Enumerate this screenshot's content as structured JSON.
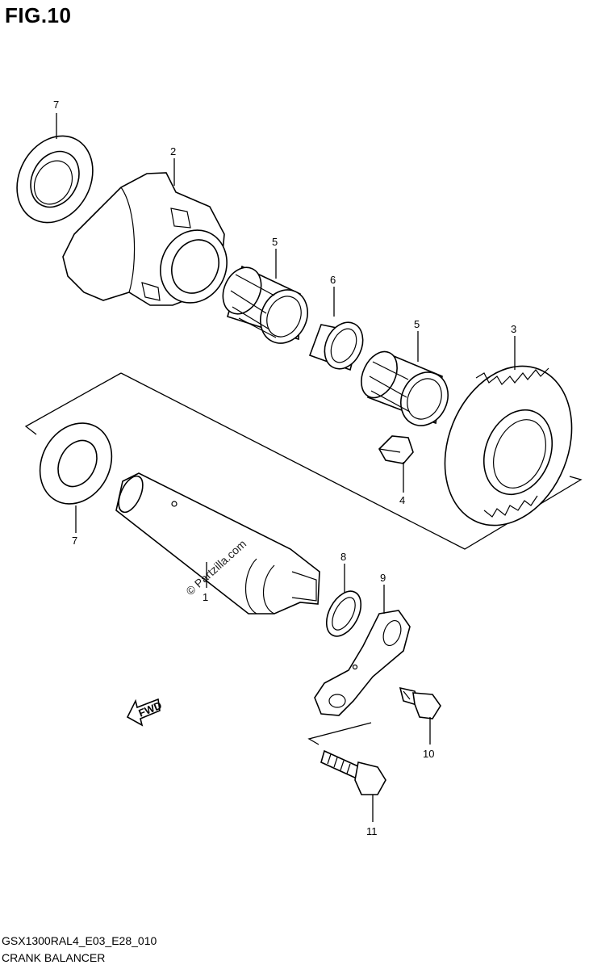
{
  "figure": {
    "title": "FIG.10",
    "model_code": "GSX1300RAL4_E03_E28_010",
    "section_name": "CRANK BALANCER"
  },
  "watermark": "© Partzilla.com",
  "direction_label": "FWD",
  "parts": [
    {
      "ref": "1"
    },
    {
      "ref": "2"
    },
    {
      "ref": "3"
    },
    {
      "ref": "4"
    },
    {
      "ref": "5"
    },
    {
      "ref": "5"
    },
    {
      "ref": "6"
    },
    {
      "ref": "7"
    },
    {
      "ref": "7"
    },
    {
      "ref": "8"
    },
    {
      "ref": "9"
    },
    {
      "ref": "10"
    },
    {
      "ref": "11"
    }
  ]
}
